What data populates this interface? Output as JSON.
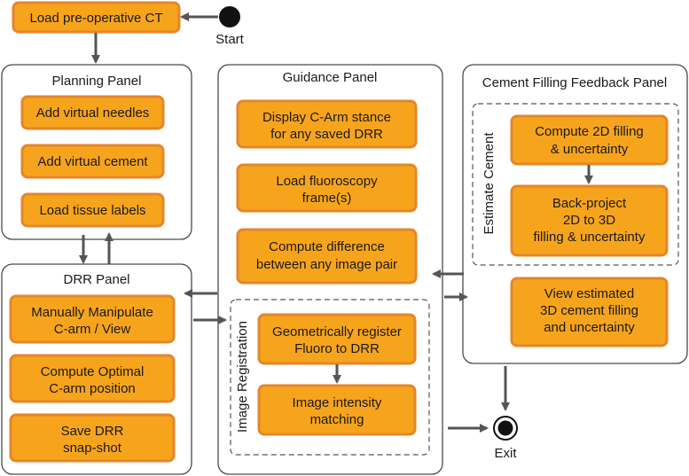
{
  "start_label": "Start",
  "exit_label": "Exit",
  "load_ct": "Load pre-operative CT",
  "planning": {
    "title": "Planning Panel",
    "items": [
      "Add virtual needles",
      "Add virtual cement",
      "Load tissue labels"
    ]
  },
  "drr": {
    "title": "DRR Panel",
    "items": [
      [
        "Manually Manipulate",
        "C-arm / View"
      ],
      [
        "Compute Optimal",
        "C-arm position"
      ],
      [
        "Save DRR",
        "snap-shot"
      ]
    ]
  },
  "guidance": {
    "title": "Guidance Panel",
    "items": [
      [
        "Display C-Arm stance",
        "for any saved DRR"
      ],
      [
        "Load fluoroscopy",
        "frame(s)"
      ],
      [
        "Compute difference",
        "between any image pair"
      ]
    ],
    "registration": {
      "label": "Image Registration",
      "items": [
        [
          "Geometrically register",
          "Fluoro to DRR"
        ],
        [
          "Image intensity",
          "matching"
        ]
      ]
    }
  },
  "cement": {
    "title": "Cement Filling Feedback Panel",
    "estimate": {
      "label": "Estimate Cement",
      "items": [
        [
          "Compute 2D filling",
          "& uncertainty"
        ],
        [
          "Back-project",
          "2D to 3D",
          "filling & uncertainty"
        ]
      ]
    },
    "view": [
      "View estimated",
      "3D cement filling",
      "and uncertainty"
    ]
  },
  "colors": {
    "node_fill": "#f7a41d",
    "node_border": "#e4862a",
    "panel_border": "#4a4a4a",
    "arrow": "#555555",
    "terminal": "#111111"
  }
}
